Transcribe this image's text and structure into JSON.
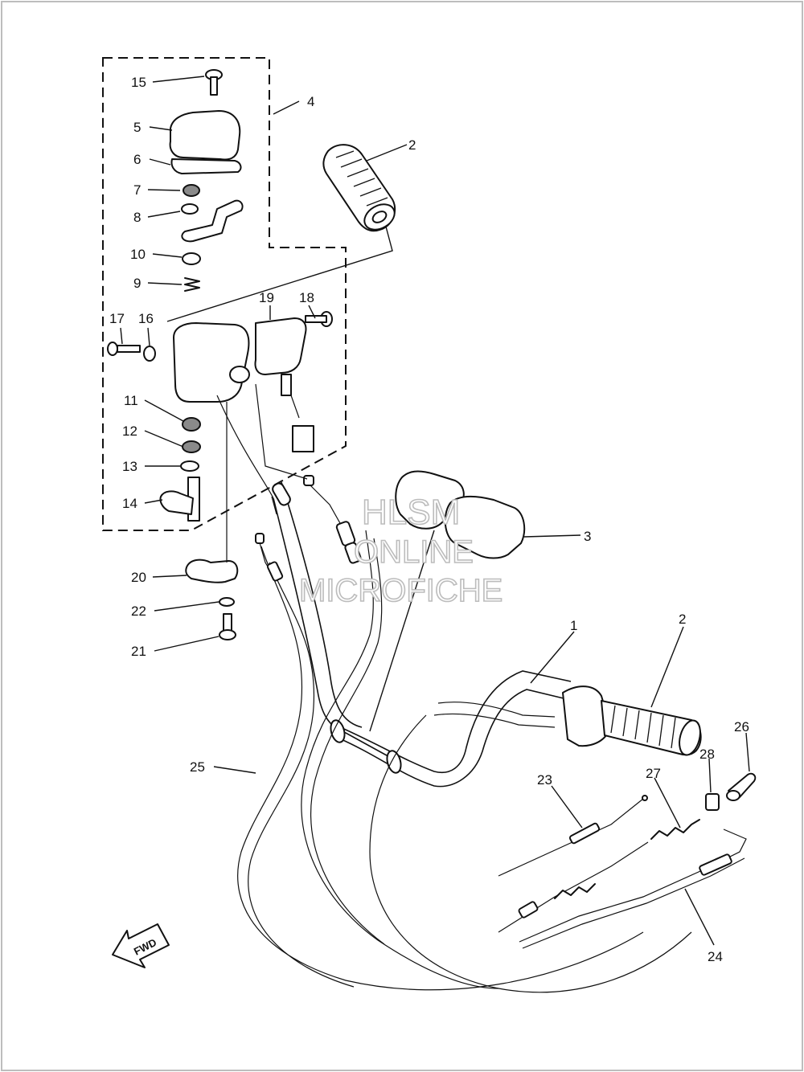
{
  "callouts": [
    {
      "id": "15",
      "label": "15"
    },
    {
      "id": "5",
      "label": "5"
    },
    {
      "id": "6",
      "label": "6"
    },
    {
      "id": "7",
      "label": "7"
    },
    {
      "id": "8",
      "label": "8"
    },
    {
      "id": "10",
      "label": "10"
    },
    {
      "id": "9",
      "label": "9"
    },
    {
      "id": "17",
      "label": "17"
    },
    {
      "id": "16",
      "label": "16"
    },
    {
      "id": "19",
      "label": "19"
    },
    {
      "id": "18",
      "label": "18"
    },
    {
      "id": "4",
      "label": "4"
    },
    {
      "id": "2a",
      "label": "2"
    },
    {
      "id": "11",
      "label": "11"
    },
    {
      "id": "12",
      "label": "12"
    },
    {
      "id": "13",
      "label": "13"
    },
    {
      "id": "14",
      "label": "14"
    },
    {
      "id": "3",
      "label": "3"
    },
    {
      "id": "20",
      "label": "20"
    },
    {
      "id": "22",
      "label": "22"
    },
    {
      "id": "21",
      "label": "21"
    },
    {
      "id": "1",
      "label": "1"
    },
    {
      "id": "2b",
      "label": "2"
    },
    {
      "id": "26",
      "label": "26"
    },
    {
      "id": "28",
      "label": "28"
    },
    {
      "id": "25",
      "label": "25"
    },
    {
      "id": "23",
      "label": "23"
    },
    {
      "id": "27",
      "label": "27"
    },
    {
      "id": "24",
      "label": "24"
    }
  ],
  "watermark": {
    "line1": "HLSM",
    "line2": "ONLINE",
    "line3": "MICROFICHE"
  },
  "fwd_label": "FWD"
}
